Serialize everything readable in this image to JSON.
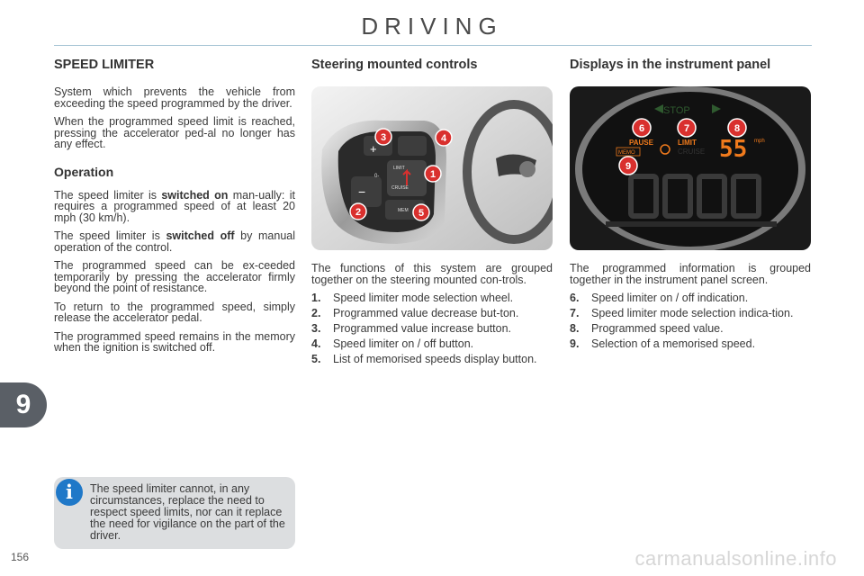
{
  "header": {
    "title": "DRIVING"
  },
  "tab": {
    "chapter": "9"
  },
  "col1": {
    "heading": "SPEED LIMITER",
    "intro": [
      "System which prevents the vehicle from exceeding the speed programmed by the driver.",
      "When the programmed speed limit is reached, pressing the accelerator ped-al no longer has any effect."
    ],
    "operation_heading": "Operation",
    "op1_a": "The speed limiter is ",
    "op1_b": "switched on",
    "op1_c": " man-ually: it requires a programmed speed of at least 20 mph (30 km/h).",
    "op2_a": "The speed limiter is ",
    "op2_b": "switched off",
    "op2_c": " by manual operation of the control.",
    "op_more": [
      "The programmed speed can be ex-ceeded temporarily by pressing the accelerator firmly beyond the point of resistance.",
      "To return to the programmed speed, simply release the accelerator pedal.",
      "The programmed speed remains in the memory when the ignition is switched off."
    ]
  },
  "col2": {
    "heading": "Steering mounted controls",
    "image_labels": {
      "limit": "LIMIT",
      "cruise": "CRUISE",
      "mem": "MEM",
      "plus": "+",
      "minus": "−",
      "zero": "0-"
    },
    "intro": "The functions of this system are grouped together on the steering mounted con-trols.",
    "items": [
      {
        "num": "1.",
        "text": "Speed limiter mode selection wheel."
      },
      {
        "num": "2.",
        "text": "Programmed value decrease but-ton."
      },
      {
        "num": "3.",
        "text": "Programmed value increase button."
      },
      {
        "num": "4.",
        "text": "Speed limiter on / off button."
      },
      {
        "num": "5.",
        "text": "List of memorised speeds display button."
      }
    ]
  },
  "col3": {
    "heading": "Displays in the instrument panel",
    "image_labels": {
      "stop": "STOP",
      "pause": "PAUSE",
      "limit": "LIMIT",
      "speed": "55",
      "unit": "mph",
      "memo": "MEMO",
      "cruise": "CRUISE"
    },
    "intro": "The programmed information is grouped together in the instrument panel screen.",
    "items": [
      {
        "num": "6.",
        "text": "Speed limiter on / off indication."
      },
      {
        "num": "7.",
        "text": "Speed limiter mode selection indica-tion."
      },
      {
        "num": "8.",
        "text": "Programmed speed value."
      },
      {
        "num": "9.",
        "text": "Selection of a memorised speed."
      }
    ]
  },
  "note": {
    "text": "The speed limiter cannot, in any circumstances, replace the need to respect speed limits, nor can it replace the need for vigilance on the part of the driver."
  },
  "footer": {
    "page_number": "156",
    "watermark": "carmanualsonline.info"
  },
  "colors": {
    "callout_red": "#d9302e",
    "info_blue": "#1f78c8",
    "display_orange": "#f07a1c",
    "tab_grey": "#5a5f66"
  }
}
